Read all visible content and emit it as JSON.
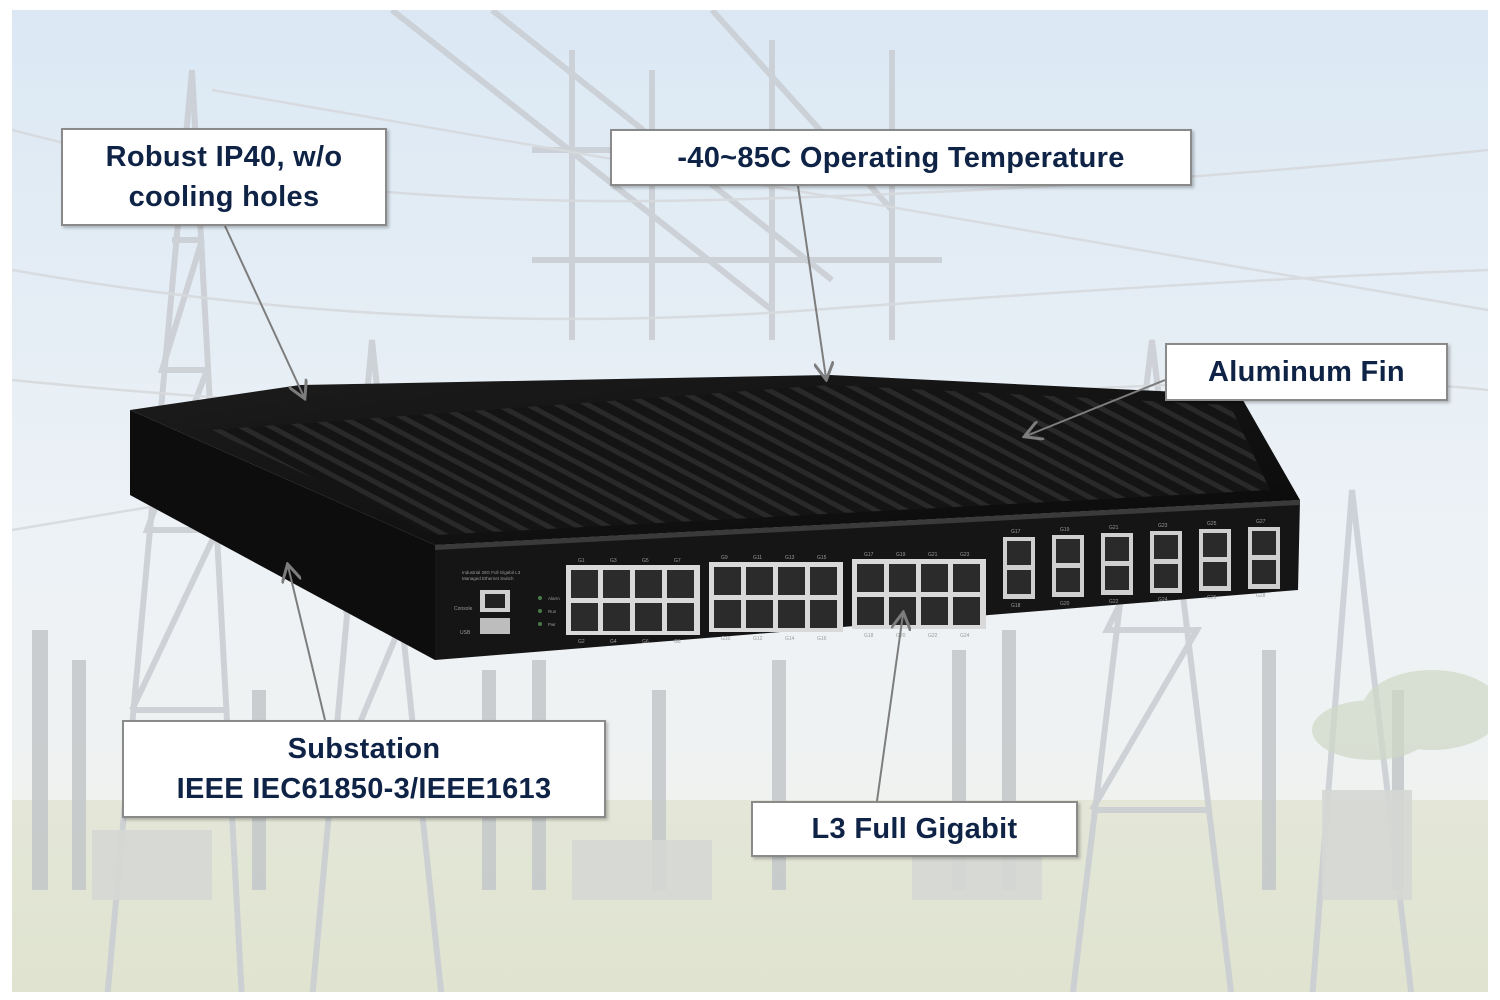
{
  "callouts": {
    "robust": {
      "line1": "Robust IP40, w/o",
      "line2": "cooling holes"
    },
    "temperature": {
      "text": "-40~85C Operating Temperature"
    },
    "aluminum": {
      "text": "Aluminum Fin"
    },
    "substation": {
      "line1": "Substation",
      "line2": "IEEE IEC61850-3/IEEE1613"
    },
    "gigabit": {
      "text": "L3 Full Gigabit"
    }
  },
  "switch_panel": {
    "model_text": [
      "Industrial 28G Full Gigabit L3",
      "Managed Ethernet Switch"
    ],
    "console_labels": [
      "Console",
      "USB"
    ],
    "led_labels": [
      "Alarm",
      "Run",
      "Pwr"
    ],
    "rj45_groups": [
      {
        "top": [
          "G1",
          "G3",
          "G5",
          "G7"
        ],
        "bottom": [
          "G2",
          "G4",
          "G6",
          "G8"
        ]
      },
      {
        "top": [
          "G9",
          "G11",
          "G13",
          "G15"
        ],
        "bottom": [
          "G10",
          "G12",
          "G14",
          "G16"
        ]
      },
      {
        "top": [
          "G17",
          "G19",
          "G21",
          "G23"
        ],
        "bottom": [
          "G18",
          "G20",
          "G22",
          "G24"
        ]
      }
    ],
    "sfp_top": [
      "G17",
      "G19",
      "G21",
      "G23",
      "G25",
      "G27"
    ],
    "sfp_bottom": [
      "G18",
      "G20",
      "G22",
      "G24",
      "G26",
      "G28"
    ]
  },
  "colors": {
    "callout_text": "#0f2346",
    "callout_border": "#8a8a8a",
    "leader_line": "#7d7d7d",
    "device_body": "#161616"
  },
  "icons": [
    "substation-background-photo",
    "ethernet-switch-photo"
  ]
}
